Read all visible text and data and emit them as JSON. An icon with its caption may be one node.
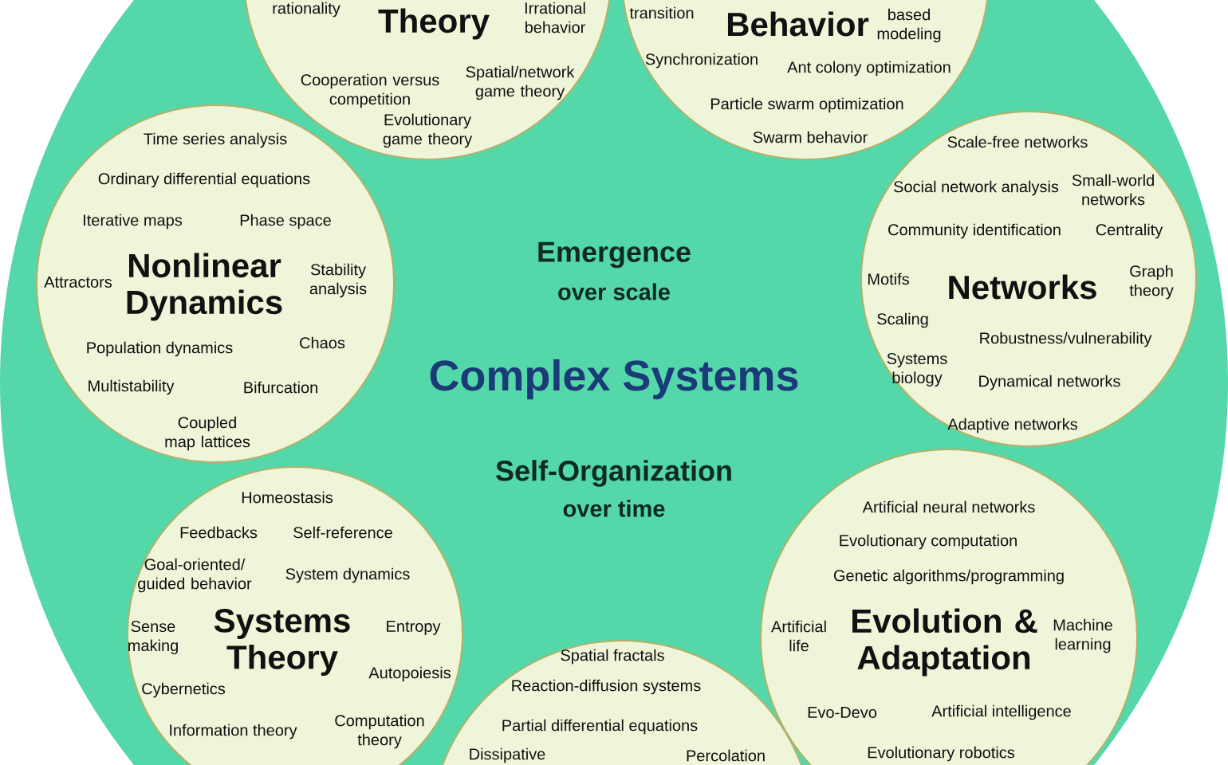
{
  "diagram": {
    "nodes": [
      {
        "text": [
          "Emergence",
          "over scale",
          "Complex Systems",
          "Self-Organization",
          "over time"
        ]
      },
      {
        "text": [
          "rationality",
          "Theory",
          "Irrational behavior",
          "Cooperation versus competition",
          "Spatial/network game theory",
          "Evolutionary game theory"
        ],
        "in": 0
      },
      {
        "text": [
          "transition",
          "Behavior",
          "based modeling",
          "Synchronization",
          "Ant colony optimization",
          "Particle swarm optimization",
          "Swarm behavior"
        ],
        "in": 0
      },
      {
        "text": [
          "Time series analysis",
          "Ordinary differential equations",
          "Iterative maps",
          "Phase space",
          "Attractors",
          "Nonlinear Dynamics",
          "Stability analysis",
          "Population dynamics",
          "Chaos",
          "Multistability",
          "Bifurcation",
          "Coupled map lattices"
        ],
        "in": 0
      },
      {
        "text": [
          "Scale-free networks",
          "Social network analysis",
          "Small-world networks",
          "Community identification",
          "Centrality",
          "Motifs",
          "Networks",
          "Graph theory",
          "Scaling",
          "Robustness/vulnerability",
          "Systems biology",
          "Dynamical networks",
          "Adaptive networks"
        ],
        "in": 0
      },
      {
        "text": [
          "Homeostasis",
          "Feedbacks",
          "Self-reference",
          "Goal-oriented/ guided behavior",
          "System dynamics",
          "Sense making",
          "Systems Theory",
          "Entropy",
          "Autopoiesis",
          "Cybernetics",
          "Information theory",
          "Computation theory"
        ],
        "in": 0
      },
      {
        "text": [
          "Artificial neural networks",
          "Evolutionary computation",
          "Genetic algorithms/programming",
          "Artificial life",
          "Evolution & Adaptation",
          "Machine learning",
          "Evo-Devo",
          "Artificial intelligence",
          "Evolutionary robotics"
        ],
        "in": 0
      },
      {
        "text": [
          "Spatial fractals",
          "Reaction-diffusion systems",
          "Partial differential equations",
          "Dissipative",
          "Percolation"
        ],
        "in": 0
      }
    ]
  }
}
